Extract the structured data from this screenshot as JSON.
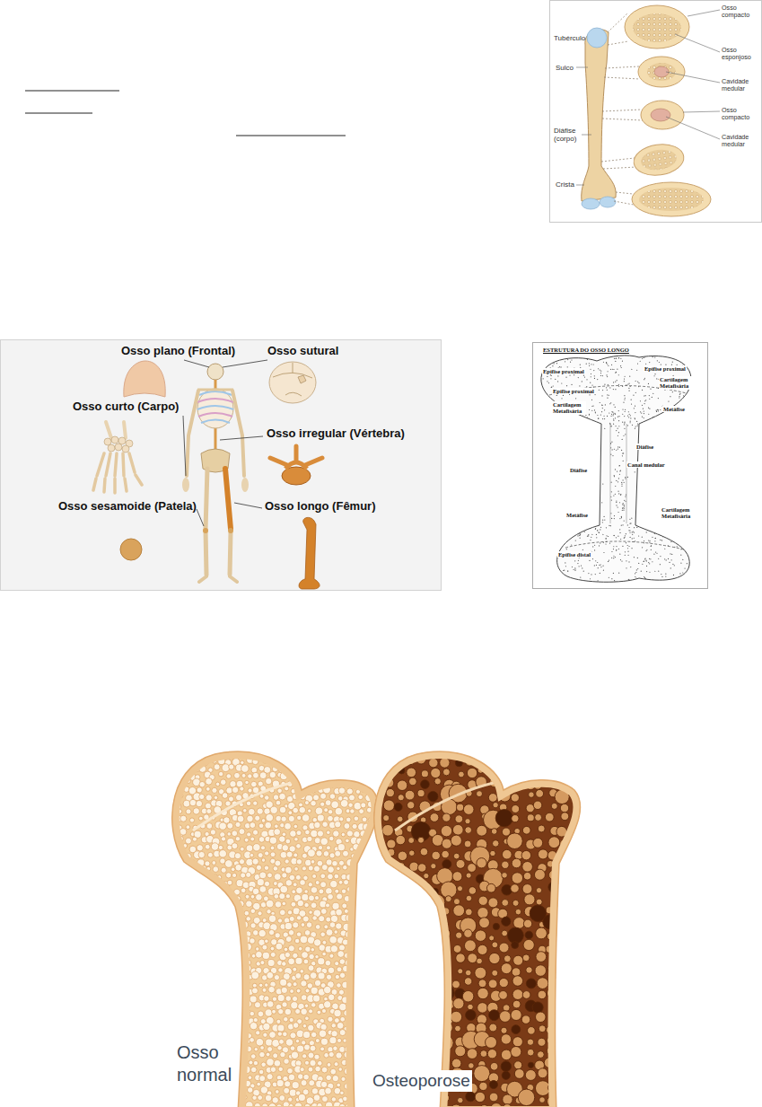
{
  "diagram": {
    "nodes": [
      {
        "text": [
          "Osso compacto",
          "Tubérculo",
          "Osso esponjoso",
          "Sulco",
          "Cavidade medular",
          "Osso compacto",
          "Diáfise (corpo)",
          "Cavidade medular",
          "Crista"
        ]
      },
      {
        "text": [
          "Osso plano (Frontal)",
          "Osso sutural",
          "Osso curto (Carpo)",
          "Osso irregular (Vértebra)",
          "Osso sesamoide (Patela)",
          "Osso longo (Fêmur)"
        ]
      },
      {
        "text": [
          "ESTRUTURA DO OSSO LONGO",
          "Epífise proximal",
          "Epífise proximal",
          "Cartilagem Metafisária",
          "Epífise proximal",
          "Cartilagem Metafisária",
          "Metáfise",
          "Diáfise",
          "Canal medular",
          "Diáfise",
          "Cartilagem Metafisária",
          "Metáfise",
          "Epífise distal"
        ]
      }
    ],
    "labels": [
      "Osso normal",
      "Osteoporose"
    ]
  }
}
